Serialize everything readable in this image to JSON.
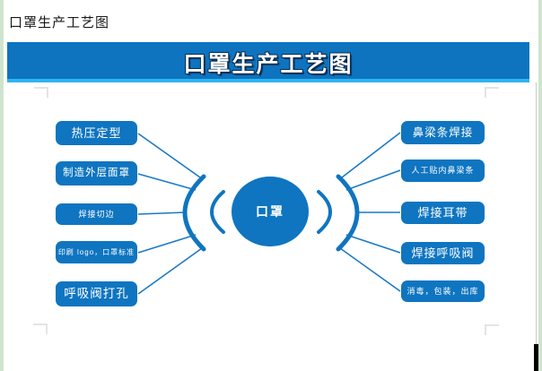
{
  "document": {
    "heading": "口罩生产工艺图"
  },
  "banner": {
    "title": "口罩生产工艺图"
  },
  "diagram": {
    "center": {
      "label": "口罩"
    },
    "left_steps": [
      {
        "label": "热压定型"
      },
      {
        "label": "制造外层面罩"
      },
      {
        "label": "焊接切边"
      },
      {
        "label": "印刷 logo，口罩标准"
      },
      {
        "label": "呼吸阀打孔"
      }
    ],
    "right_steps": [
      {
        "label": "鼻梁条焊接"
      },
      {
        "label": "人工贴内鼻梁条"
      },
      {
        "label": "焊接耳带"
      },
      {
        "label": "焊接呼吸阀"
      },
      {
        "label": "消毒，包装，出库"
      }
    ]
  },
  "colors": {
    "banner_blue": "#0e74c0",
    "banner_accent_strip": "#2eb5ef",
    "shape_blue": "#0f75c0",
    "connector_blue": "#1b79c6",
    "window_edge_green": "#cfe4cd",
    "title_outline": "#0a2c4e"
  }
}
